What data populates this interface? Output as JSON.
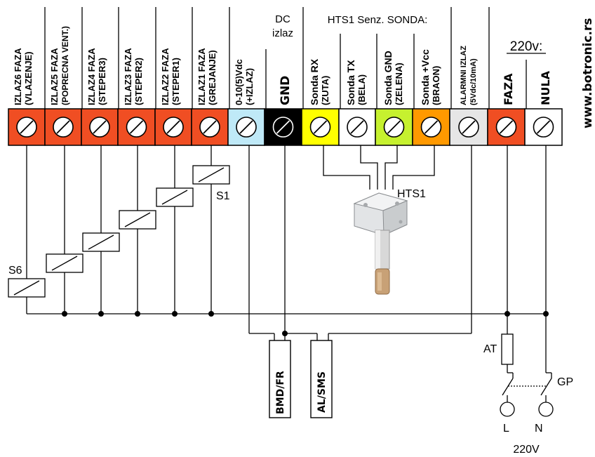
{
  "header": {
    "dc_line1": "DC",
    "dc_line2": "izlaz",
    "hts1_header": "HTS1 Senz. SONDA:",
    "v220_header": "220v:",
    "website": "www.botronic.rs"
  },
  "terminals": [
    {
      "id": "izlaz6",
      "line1": "IZLAZ6 FAZA",
      "line2": "(VLAZENJE)",
      "color": "#f04e23"
    },
    {
      "id": "izlaz5",
      "line1": "IZLAZ5 FAZA",
      "line2": "(POPRECNA VENT.)",
      "color": "#f04e23"
    },
    {
      "id": "izlaz4",
      "line1": "IZLAZ4 FAZA",
      "line2": "(STEPER3)",
      "color": "#f04e23"
    },
    {
      "id": "izlaz3",
      "line1": "IZLAZ3 FAZA",
      "line2": "(STEPER2)",
      "color": "#f04e23"
    },
    {
      "id": "izlaz2",
      "line1": "IZLAZ2 FAZA",
      "line2": "(STEPER1)",
      "color": "#f04e23"
    },
    {
      "id": "izlaz1",
      "line1": "IZLAZ1 FAZA",
      "line2": "(GREJANJE)",
      "color": "#f04e23"
    },
    {
      "id": "dc",
      "line1": "0-10(5)Vdc",
      "line2": "(+IZLAZ)",
      "color": "#bfe9f7"
    },
    {
      "id": "gnd",
      "line1": "GND",
      "line2": "",
      "color": "#000000"
    },
    {
      "id": "rx",
      "line1": "Sonda RX",
      "line2": "(ZUTA)",
      "color": "#ffff00"
    },
    {
      "id": "tx",
      "line1": "Sonda TX",
      "line2": "(BELA)",
      "color": "#ffffff"
    },
    {
      "id": "sgnd",
      "line1": "Sonda GND",
      "line2": "(ZELENA)",
      "color": "#c6f12f"
    },
    {
      "id": "vcc",
      "line1": "Sonda +Vcc",
      "line2": "(BRAON)",
      "color": "#ff9900"
    },
    {
      "id": "alarm",
      "line1": "ALARMNI IZLAZ",
      "line2": "(5Vdc/10mA)",
      "color": "#e6e6e6"
    },
    {
      "id": "faza",
      "line1": "FAZA",
      "line2": "",
      "color": "#f04e23"
    },
    {
      "id": "nula",
      "line1": "NULA",
      "line2": "",
      "color": "#ffffff"
    }
  ],
  "labels": {
    "s1": "S1",
    "s6": "S6",
    "hts1": "HTS1",
    "at": "AT",
    "gp": "GP",
    "l": "L",
    "n": "N",
    "v220": "220V",
    "bmd": "BMD/FR",
    "al": "AL/SMS"
  }
}
